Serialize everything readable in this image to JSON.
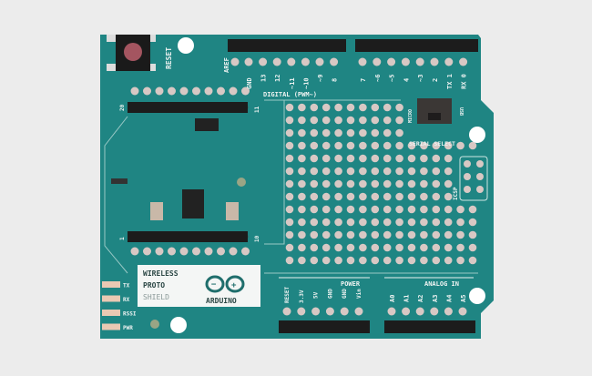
{
  "board": {
    "colors": {
      "pcb": "#1f8583",
      "background": "#ececec",
      "header": "#1c1c1c",
      "pad": "#c9b8b4",
      "silk": "#eef3f2"
    },
    "reset_label": "RESET",
    "aref_label": "AREF",
    "digital_pins": [
      "GND",
      "13",
      "12",
      "~11",
      "~10",
      "~9",
      "8",
      "7",
      "~6",
      "~5",
      "4",
      "~3",
      "2",
      "TX 1",
      "RX 0"
    ],
    "digital_label": "DIGITAL (PWM~)",
    "xbee_pin_labels": [
      "20",
      "11",
      "1",
      "10"
    ],
    "serial_select_label": "SERIAL SELECT",
    "switch_labels": [
      "MICRO",
      "USB"
    ],
    "icsp_label": "ICSP",
    "power_label": "POWER",
    "power_pins": [
      "RESET",
      "3.3V",
      "5V",
      "GND",
      "GND",
      "Vin"
    ],
    "analog_label": "ANALOG IN",
    "analog_pins": [
      "A0",
      "A1",
      "A2",
      "A3",
      "A4",
      "A5"
    ],
    "leds": [
      "TX",
      "RX",
      "RSSI",
      "PWR"
    ],
    "product_name": [
      "WIRELESS",
      "PROTO",
      "SHIELD"
    ],
    "logo_text": "ARDUINO"
  }
}
